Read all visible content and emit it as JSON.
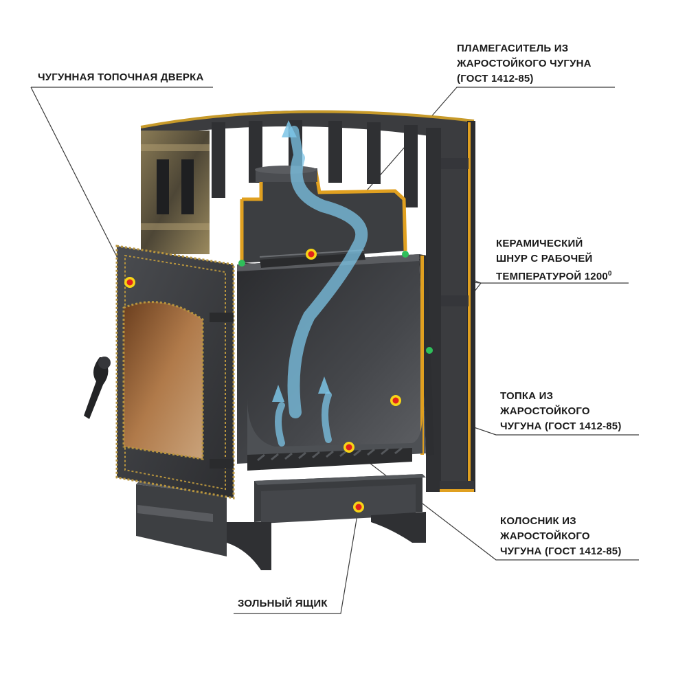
{
  "labels": {
    "door": {
      "lines": [
        "ЧУГУННАЯ ТОПОЧНАЯ ДВЕРКА"
      ]
    },
    "flame_damper": {
      "lines": [
        "ПЛАМЕГАСИТЕЛЬ ИЗ",
        "ЖАРОСТОЙКОГО ЧУГУНА",
        "(ГОСТ 1412-85)"
      ]
    },
    "ceramic_cord": {
      "lines": [
        "КЕРАМИЧЕСКИЙ",
        "ШНУР С РАБОЧЕЙ",
        "ТЕМПЕРАТУРОЙ 1200"
      ],
      "superscript": "0"
    },
    "firebox": {
      "lines": [
        "ТОПКА ИЗ",
        "ЖАРОСТОЙКОГО",
        "ЧУГУНА (ГОСТ 1412-85)"
      ]
    },
    "grate": {
      "lines": [
        "КОЛОСНИК ИЗ",
        "ЖАРОСТОЙКОГО",
        "ЧУГУНА (ГОСТ 1412-85)"
      ]
    },
    "ash_box": {
      "lines": [
        "ЗОЛЬНЫЙ ЯЩИК"
      ]
    }
  },
  "colors": {
    "iron_dark": "#2f3033",
    "iron_mid": "#45474b",
    "iron_light": "#5c5f63",
    "gold": "#e0a020",
    "flow": "#7cc4e6",
    "marker_red": "#e0231c",
    "marker_yellow": "#f7d417",
    "marker_green": "#2fbf5a",
    "leader": "#3a3a3a",
    "glass": "#a66a3a"
  }
}
